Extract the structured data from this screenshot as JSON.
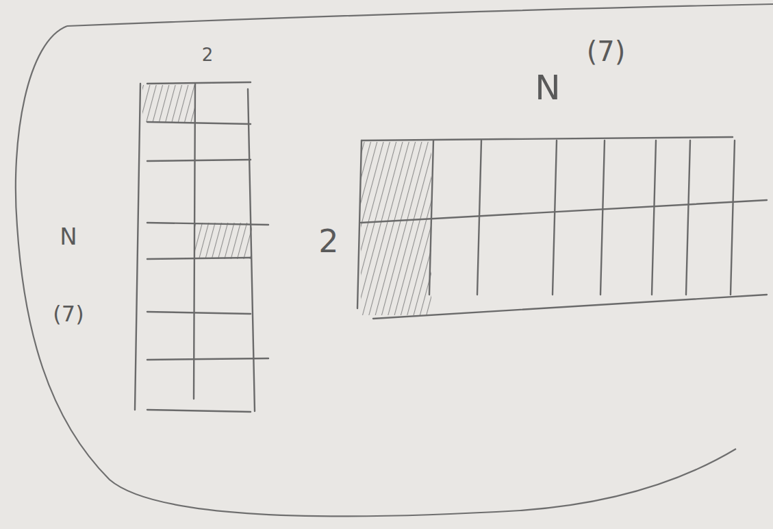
{
  "diagram": {
    "labels": [
      "2",
      "N",
      "(7)",
      "N",
      "(7)",
      "2"
    ]
  }
}
